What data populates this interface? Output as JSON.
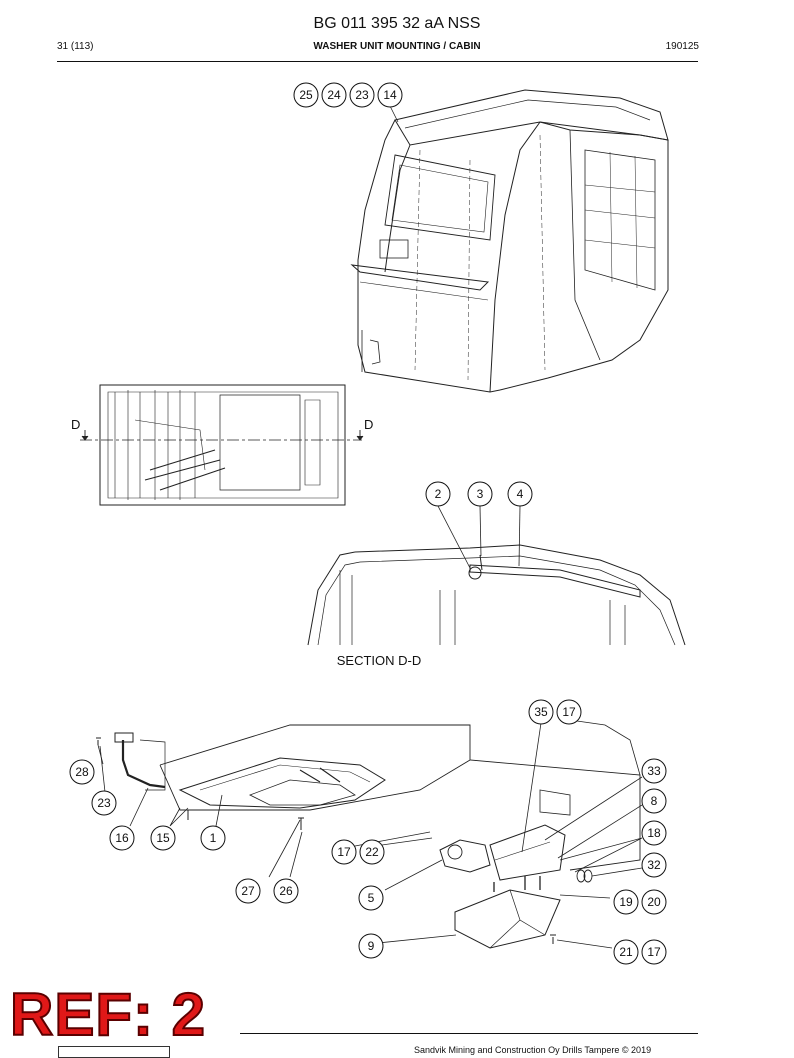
{
  "header": {
    "title": "BG 011 395 32 aA NSS",
    "page": "31 (113)",
    "subtitle": "WASHER UNIT MOUNTING / CABIN",
    "date": "190125"
  },
  "section_markers": {
    "left": "D",
    "right": "D",
    "section_label": "SECTION D-D"
  },
  "callouts": {
    "c25": "25",
    "c24": "24",
    "c23a": "23",
    "c14": "14",
    "c2": "2",
    "c3": "3",
    "c4": "4",
    "c35": "35",
    "c17a": "17",
    "c33": "33",
    "c8": "8",
    "c18": "18",
    "c32": "32",
    "c28": "28",
    "c23b": "23",
    "c16": "16",
    "c15": "15",
    "c1": "1",
    "c17b": "17",
    "c22": "22",
    "c27": "27",
    "c26": "26",
    "c5": "5",
    "c19": "19",
    "c20": "20",
    "c9": "9",
    "c21": "21",
    "c17c": "17"
  },
  "stamp": {
    "text": "REF: 2"
  },
  "footer": {
    "copyright": "Sandvik Mining and Construction Oy Drills Tampere © 2019"
  },
  "colors": {
    "ink": "#111111",
    "stamp_red": "#e01818"
  }
}
